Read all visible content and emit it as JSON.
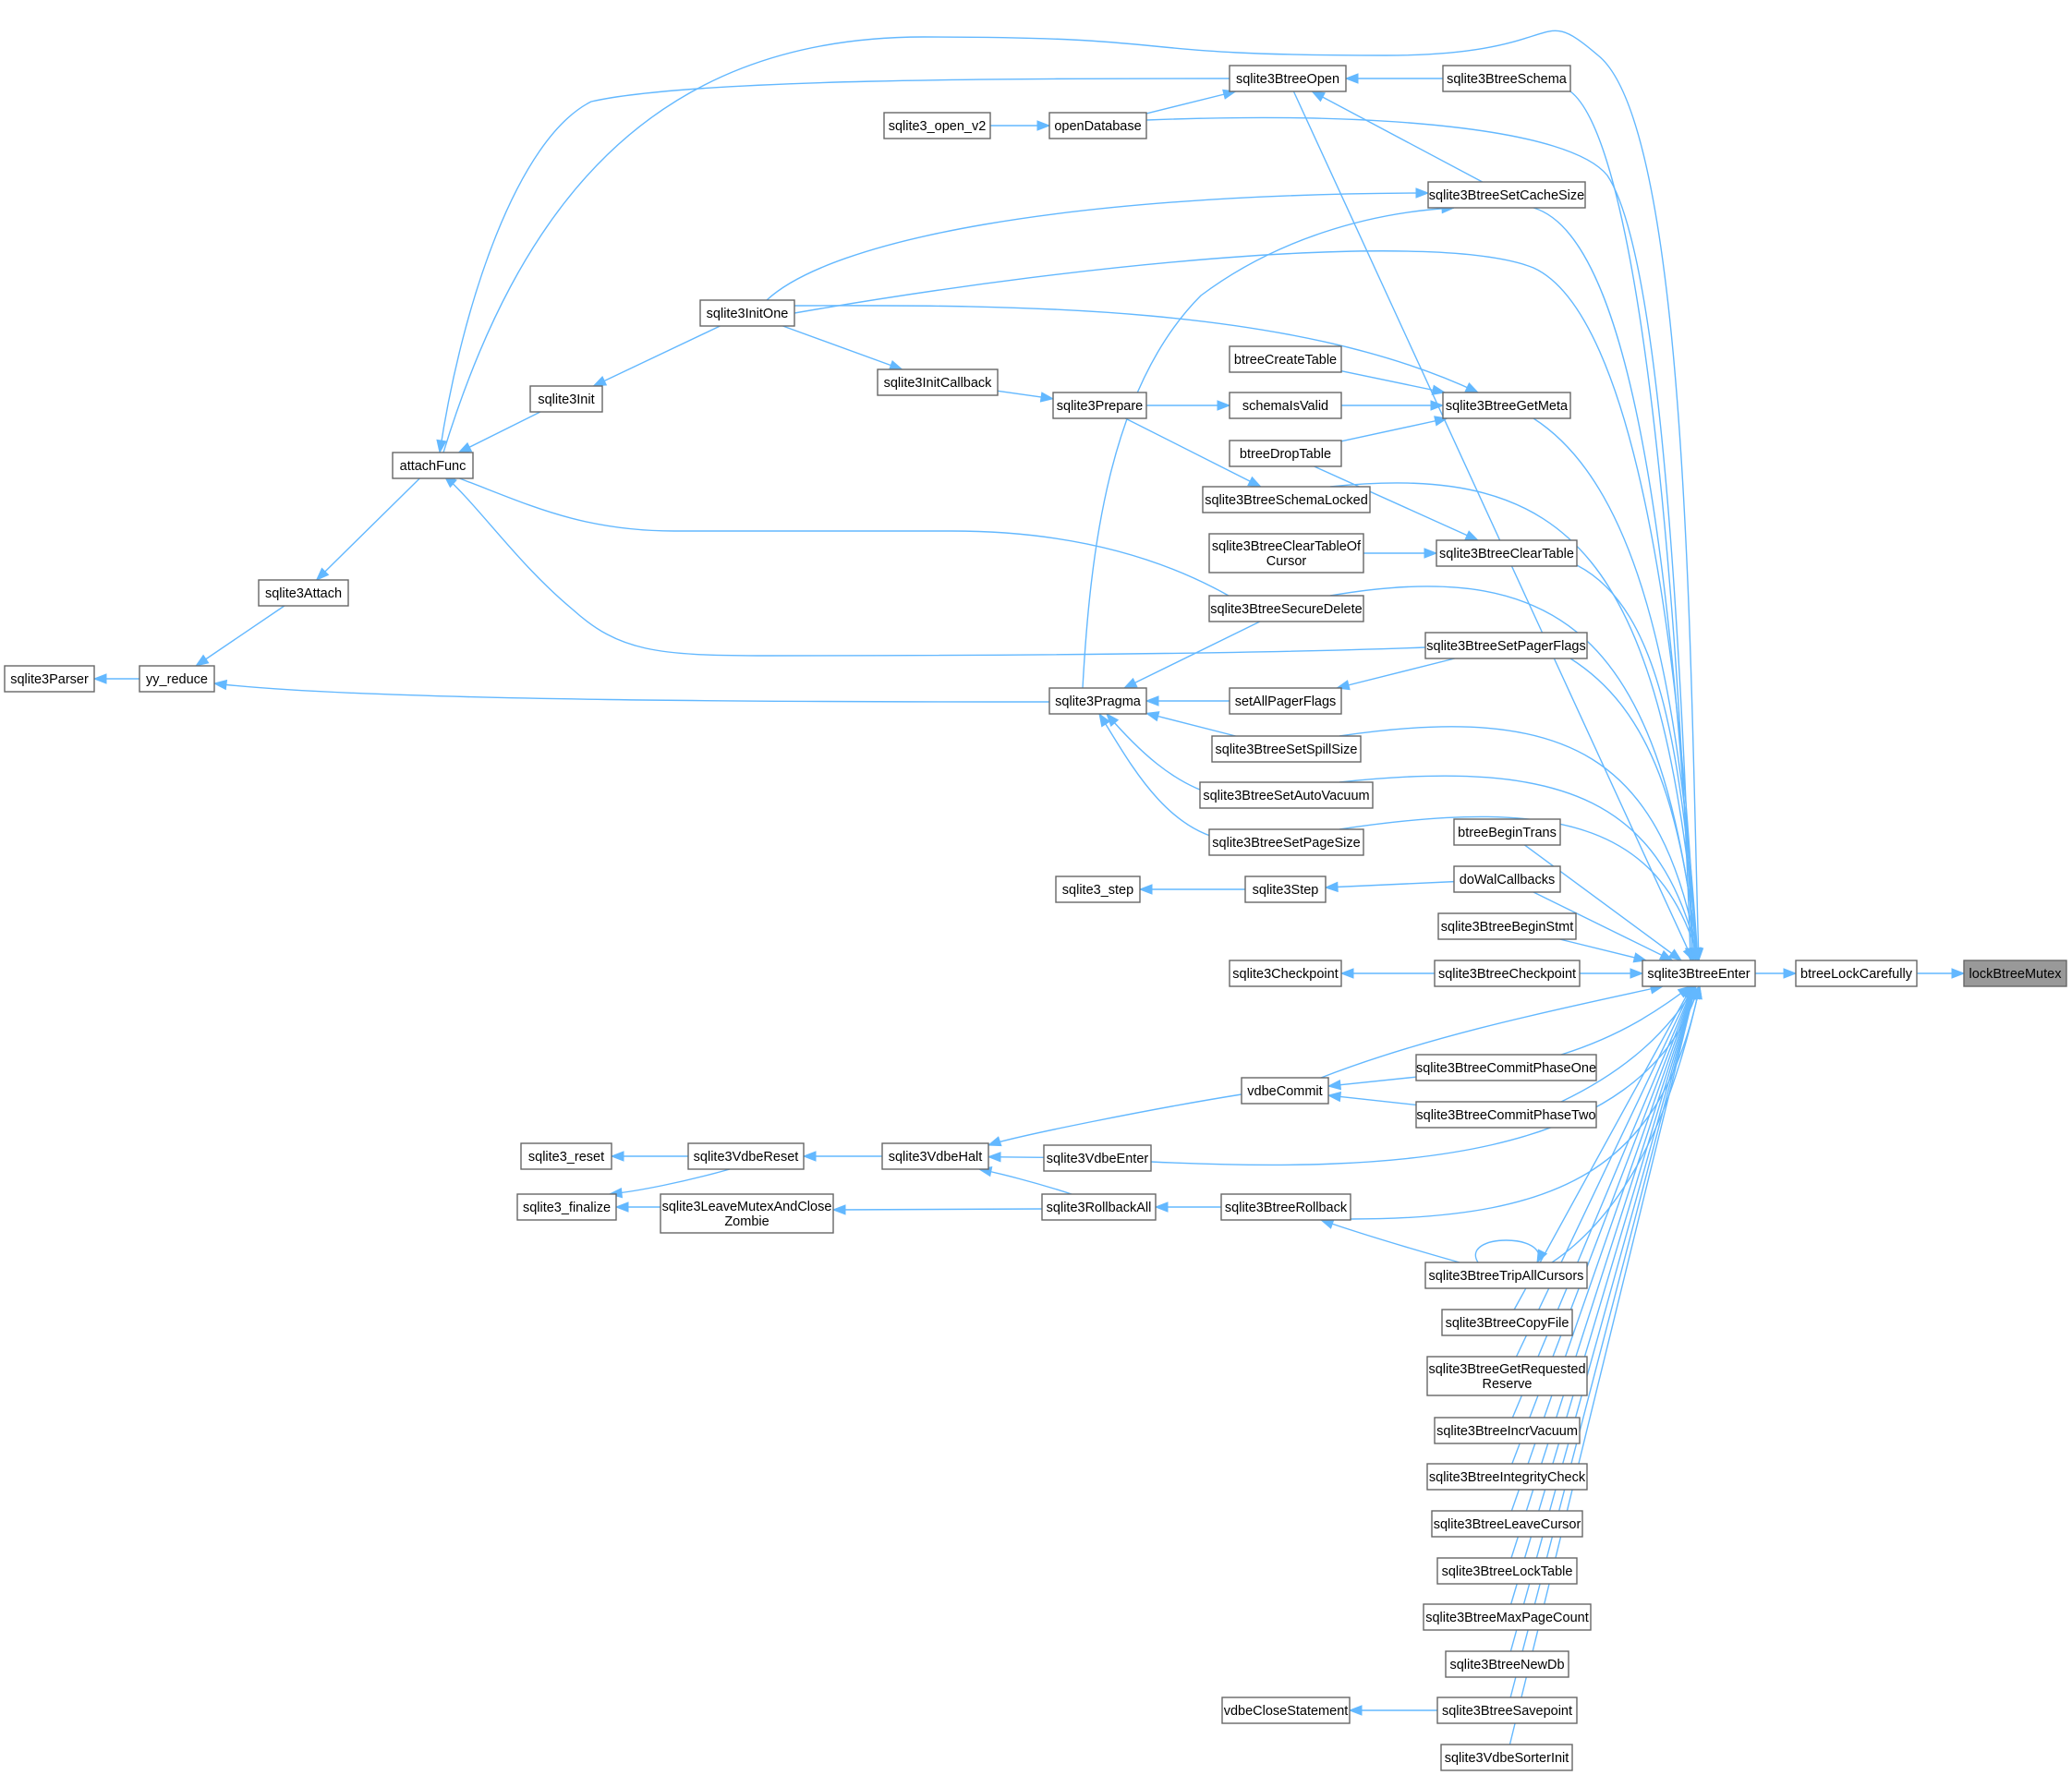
{
  "graph": {
    "root": "lockBtreeMutex",
    "nodes": [
      {
        "id": "lockBtreeMutex",
        "label": [
          "lockBtreeMutex"
        ]
      },
      {
        "id": "btreeLockCarefully",
        "label": [
          "btreeLockCarefully"
        ]
      },
      {
        "id": "sqlite3BtreeEnter",
        "label": [
          "sqlite3BtreeEnter"
        ]
      },
      {
        "id": "attachFunc",
        "label": [
          "attachFunc"
        ]
      },
      {
        "id": "sqlite3BtreeOpen",
        "label": [
          "sqlite3BtreeOpen"
        ]
      },
      {
        "id": "sqlite3BtreeSchema",
        "label": [
          "sqlite3BtreeSchema"
        ]
      },
      {
        "id": "openDatabase",
        "label": [
          "openDatabase"
        ]
      },
      {
        "id": "sqlite3_open_v2",
        "label": [
          "sqlite3_open_v2"
        ]
      },
      {
        "id": "sqlite3BtreeSetCacheSize",
        "label": [
          "sqlite3BtreeSetCacheSize"
        ]
      },
      {
        "id": "sqlite3InitOne",
        "label": [
          "sqlite3InitOne"
        ]
      },
      {
        "id": "btreeCreateTable",
        "label": [
          "btreeCreateTable"
        ]
      },
      {
        "id": "sqlite3InitCallback",
        "label": [
          "sqlite3InitCallback"
        ]
      },
      {
        "id": "sqlite3Init",
        "label": [
          "sqlite3Init"
        ]
      },
      {
        "id": "sqlite3Prepare",
        "label": [
          "sqlite3Prepare"
        ]
      },
      {
        "id": "schemaIsValid",
        "label": [
          "schemaIsValid"
        ]
      },
      {
        "id": "sqlite3BtreeGetMeta",
        "label": [
          "sqlite3BtreeGetMeta"
        ]
      },
      {
        "id": "btreeDropTable",
        "label": [
          "btreeDropTable"
        ]
      },
      {
        "id": "sqlite3BtreeSchemaLocked",
        "label": [
          "sqlite3BtreeSchemaLocked"
        ]
      },
      {
        "id": "sqlite3BtreeClearTableOfCursor",
        "label": [
          "sqlite3BtreeClearTableOf",
          "Cursor"
        ]
      },
      {
        "id": "sqlite3BtreeClearTable",
        "label": [
          "sqlite3BtreeClearTable"
        ]
      },
      {
        "id": "sqlite3Attach",
        "label": [
          "sqlite3Attach"
        ]
      },
      {
        "id": "sqlite3BtreeSecureDelete",
        "label": [
          "sqlite3BtreeSecureDelete"
        ]
      },
      {
        "id": "sqlite3BtreeSetPagerFlags",
        "label": [
          "sqlite3BtreeSetPagerFlags"
        ]
      },
      {
        "id": "sqlite3Parser",
        "label": [
          "sqlite3Parser"
        ]
      },
      {
        "id": "yy_reduce",
        "label": [
          "yy_reduce"
        ]
      },
      {
        "id": "sqlite3Pragma",
        "label": [
          "sqlite3Pragma"
        ]
      },
      {
        "id": "setAllPagerFlags",
        "label": [
          "setAllPagerFlags"
        ]
      },
      {
        "id": "sqlite3BtreeSetSpillSize",
        "label": [
          "sqlite3BtreeSetSpillSize"
        ]
      },
      {
        "id": "sqlite3BtreeSetAutoVacuum",
        "label": [
          "sqlite3BtreeSetAutoVacuum"
        ]
      },
      {
        "id": "sqlite3BtreeSetPageSize",
        "label": [
          "sqlite3BtreeSetPageSize"
        ]
      },
      {
        "id": "btreeBeginTrans",
        "label": [
          "btreeBeginTrans"
        ]
      },
      {
        "id": "doWalCallbacks",
        "label": [
          "doWalCallbacks"
        ]
      },
      {
        "id": "sqlite3_step",
        "label": [
          "sqlite3_step"
        ]
      },
      {
        "id": "sqlite3Step",
        "label": [
          "sqlite3Step"
        ]
      },
      {
        "id": "sqlite3BtreeBeginStmt",
        "label": [
          "sqlite3BtreeBeginStmt"
        ]
      },
      {
        "id": "sqlite3Checkpoint",
        "label": [
          "sqlite3Checkpoint"
        ]
      },
      {
        "id": "sqlite3BtreeCheckpoint",
        "label": [
          "sqlite3BtreeCheckpoint"
        ]
      },
      {
        "id": "sqlite3BtreeCommitPhaseOne",
        "label": [
          "sqlite3BtreeCommitPhaseOne"
        ]
      },
      {
        "id": "vdbeCommit",
        "label": [
          "vdbeCommit"
        ]
      },
      {
        "id": "sqlite3BtreeCommitPhaseTwo",
        "label": [
          "sqlite3BtreeCommitPhaseTwo"
        ]
      },
      {
        "id": "sqlite3_reset",
        "label": [
          "sqlite3_reset"
        ]
      },
      {
        "id": "sqlite3VdbeReset",
        "label": [
          "sqlite3VdbeReset"
        ]
      },
      {
        "id": "sqlite3VdbeHalt",
        "label": [
          "sqlite3VdbeHalt"
        ]
      },
      {
        "id": "sqlite3VdbeEnter",
        "label": [
          "sqlite3VdbeEnter"
        ]
      },
      {
        "id": "sqlite3_finalize",
        "label": [
          "sqlite3_finalize"
        ]
      },
      {
        "id": "sqlite3LeaveMutexAndCloseZombie",
        "label": [
          "sqlite3LeaveMutexAndClose",
          "Zombie"
        ]
      },
      {
        "id": "sqlite3RollbackAll",
        "label": [
          "sqlite3RollbackAll"
        ]
      },
      {
        "id": "sqlite3BtreeRollback",
        "label": [
          "sqlite3BtreeRollback"
        ]
      },
      {
        "id": "sqlite3BtreeTripAllCursors",
        "label": [
          "sqlite3BtreeTripAllCursors"
        ]
      },
      {
        "id": "sqlite3BtreeCopyFile",
        "label": [
          "sqlite3BtreeCopyFile"
        ]
      },
      {
        "id": "sqlite3BtreeGetRequestedReserve",
        "label": [
          "sqlite3BtreeGetRequested",
          "Reserve"
        ]
      },
      {
        "id": "sqlite3BtreeIncrVacuum",
        "label": [
          "sqlite3BtreeIncrVacuum"
        ]
      },
      {
        "id": "sqlite3BtreeIntegrityCheck",
        "label": [
          "sqlite3BtreeIntegrityCheck"
        ]
      },
      {
        "id": "sqlite3BtreeLeaveCursor",
        "label": [
          "sqlite3BtreeLeaveCursor"
        ]
      },
      {
        "id": "sqlite3BtreeLockTable",
        "label": [
          "sqlite3BtreeLockTable"
        ]
      },
      {
        "id": "sqlite3BtreeMaxPageCount",
        "label": [
          "sqlite3BtreeMaxPageCount"
        ]
      },
      {
        "id": "sqlite3BtreeNewDb",
        "label": [
          "sqlite3BtreeNewDb"
        ]
      },
      {
        "id": "vdbeCloseStatement",
        "label": [
          "vdbeCloseStatement"
        ]
      },
      {
        "id": "sqlite3BtreeSavepoint",
        "label": [
          "sqlite3BtreeSavepoint"
        ]
      },
      {
        "id": "sqlite3VdbeSorterInit",
        "label": [
          "sqlite3VdbeSorterInit"
        ]
      }
    ],
    "edges": [
      {
        "from": "btreeLockCarefully",
        "to": "lockBtreeMutex"
      },
      {
        "from": "sqlite3BtreeEnter",
        "to": "btreeLockCarefully"
      },
      {
        "from": "attachFunc",
        "to": "sqlite3BtreeEnter"
      },
      {
        "from": "sqlite3BtreeOpen",
        "to": "sqlite3BtreeEnter"
      },
      {
        "from": "sqlite3BtreeSchema",
        "to": "sqlite3BtreeEnter"
      },
      {
        "from": "openDatabase",
        "to": "sqlite3BtreeEnter"
      },
      {
        "from": "sqlite3BtreeSetCacheSize",
        "to": "sqlite3BtreeEnter"
      },
      {
        "from": "sqlite3InitOne",
        "to": "sqlite3BtreeEnter"
      },
      {
        "from": "sqlite3BtreeGetMeta",
        "to": "sqlite3BtreeEnter"
      },
      {
        "from": "sqlite3BtreeSchemaLocked",
        "to": "sqlite3BtreeEnter"
      },
      {
        "from": "sqlite3BtreeClearTable",
        "to": "sqlite3BtreeEnter"
      },
      {
        "from": "sqlite3BtreeSecureDelete",
        "to": "sqlite3BtreeEnter"
      },
      {
        "from": "sqlite3BtreeSetPagerFlags",
        "to": "sqlite3BtreeEnter"
      },
      {
        "from": "sqlite3BtreeSetSpillSize",
        "to": "sqlite3BtreeEnter"
      },
      {
        "from": "sqlite3BtreeSetAutoVacuum",
        "to": "sqlite3BtreeEnter"
      },
      {
        "from": "sqlite3BtreeSetPageSize",
        "to": "sqlite3BtreeEnter"
      },
      {
        "from": "btreeBeginTrans",
        "to": "sqlite3BtreeEnter"
      },
      {
        "from": "doWalCallbacks",
        "to": "sqlite3BtreeEnter"
      },
      {
        "from": "sqlite3BtreeBeginStmt",
        "to": "sqlite3BtreeEnter"
      },
      {
        "from": "sqlite3BtreeCheckpoint",
        "to": "sqlite3BtreeEnter"
      },
      {
        "from": "vdbeCommit",
        "to": "sqlite3BtreeEnter"
      },
      {
        "from": "sqlite3BtreeCommitPhaseOne",
        "to": "sqlite3BtreeEnter"
      },
      {
        "from": "sqlite3BtreeCommitPhaseTwo",
        "to": "sqlite3BtreeEnter"
      },
      {
        "from": "sqlite3VdbeEnter",
        "to": "sqlite3BtreeEnter"
      },
      {
        "from": "sqlite3BtreeRollback",
        "to": "sqlite3BtreeEnter"
      },
      {
        "from": "sqlite3BtreeTripAllCursors",
        "to": "sqlite3BtreeEnter"
      },
      {
        "from": "sqlite3BtreeCopyFile",
        "to": "sqlite3BtreeEnter"
      },
      {
        "from": "sqlite3BtreeGetRequestedReserve",
        "to": "sqlite3BtreeEnter"
      },
      {
        "from": "sqlite3BtreeIncrVacuum",
        "to": "sqlite3BtreeEnter"
      },
      {
        "from": "sqlite3BtreeIntegrityCheck",
        "to": "sqlite3BtreeEnter"
      },
      {
        "from": "sqlite3BtreeLeaveCursor",
        "to": "sqlite3BtreeEnter"
      },
      {
        "from": "sqlite3BtreeLockTable",
        "to": "sqlite3BtreeEnter"
      },
      {
        "from": "sqlite3BtreeMaxPageCount",
        "to": "sqlite3BtreeEnter"
      },
      {
        "from": "sqlite3BtreeNewDb",
        "to": "sqlite3BtreeEnter"
      },
      {
        "from": "sqlite3BtreeSavepoint",
        "to": "sqlite3BtreeEnter"
      },
      {
        "from": "sqlite3VdbeSorterInit",
        "to": "sqlite3BtreeEnter"
      },
      {
        "from": "sqlite3BtreeOpen",
        "to": "attachFunc"
      },
      {
        "from": "sqlite3BtreeSetCacheSize",
        "to": "sqlite3BtreeOpen"
      },
      {
        "from": "sqlite3BtreeSchema",
        "to": "sqlite3BtreeOpen"
      },
      {
        "from": "openDatabase",
        "to": "sqlite3BtreeOpen"
      },
      {
        "from": "sqlite3_open_v2",
        "to": "openDatabase"
      },
      {
        "from": "sqlite3InitOne",
        "to": "sqlite3BtreeSetCacheSize"
      },
      {
        "from": "sqlite3Pragma",
        "to": "sqlite3BtreeSetCacheSize"
      },
      {
        "from": "sqlite3InitOne",
        "to": "sqlite3BtreeGetMeta"
      },
      {
        "from": "sqlite3InitOne",
        "to": "sqlite3Init"
      },
      {
        "from": "sqlite3InitOne",
        "to": "sqlite3InitCallback"
      },
      {
        "from": "sqlite3Init",
        "to": "attachFunc"
      },
      {
        "from": "sqlite3InitCallback",
        "to": "sqlite3Prepare"
      },
      {
        "from": "sqlite3Prepare",
        "to": "schemaIsValid"
      },
      {
        "from": "sqlite3Prepare",
        "to": "sqlite3BtreeSchemaLocked"
      },
      {
        "from": "btreeCreateTable",
        "to": "sqlite3BtreeGetMeta"
      },
      {
        "from": "schemaIsValid",
        "to": "sqlite3BtreeGetMeta"
      },
      {
        "from": "btreeDropTable",
        "to": "sqlite3BtreeGetMeta"
      },
      {
        "from": "btreeDropTable",
        "to": "sqlite3BtreeClearTable"
      },
      {
        "from": "sqlite3BtreeClearTableOfCursor",
        "to": "sqlite3BtreeClearTable"
      },
      {
        "from": "attachFunc",
        "to": "sqlite3Attach"
      },
      {
        "from": "sqlite3Attach",
        "to": "yy_reduce"
      },
      {
        "from": "yy_reduce",
        "to": "sqlite3Parser"
      },
      {
        "from": "sqlite3BtreeSecureDelete",
        "to": "attachFunc"
      },
      {
        "from": "sqlite3BtreeSecureDelete",
        "to": "sqlite3Pragma"
      },
      {
        "from": "sqlite3BtreeSetPagerFlags",
        "to": "attachFunc"
      },
      {
        "from": "sqlite3BtreeSetPagerFlags",
        "to": "setAllPagerFlags"
      },
      {
        "from": "sqlite3Pragma",
        "to": "yy_reduce"
      },
      {
        "from": "setAllPagerFlags",
        "to": "sqlite3Pragma"
      },
      {
        "from": "sqlite3BtreeSetSpillSize",
        "to": "sqlite3Pragma"
      },
      {
        "from": "sqlite3BtreeSetAutoVacuum",
        "to": "sqlite3Pragma"
      },
      {
        "from": "sqlite3BtreeSetPageSize",
        "to": "sqlite3Pragma"
      },
      {
        "from": "doWalCallbacks",
        "to": "sqlite3Step"
      },
      {
        "from": "sqlite3Step",
        "to": "sqlite3_step"
      },
      {
        "from": "sqlite3BtreeCheckpoint",
        "to": "sqlite3Checkpoint"
      },
      {
        "from": "sqlite3BtreeCommitPhaseOne",
        "to": "vdbeCommit"
      },
      {
        "from": "sqlite3BtreeCommitPhaseTwo",
        "to": "vdbeCommit"
      },
      {
        "from": "vdbeCommit",
        "to": "sqlite3VdbeHalt"
      },
      {
        "from": "sqlite3VdbeHalt",
        "to": "sqlite3VdbeReset"
      },
      {
        "from": "sqlite3VdbeEnter",
        "to": "sqlite3VdbeHalt"
      },
      {
        "from": "sqlite3RollbackAll",
        "to": "sqlite3VdbeHalt"
      },
      {
        "from": "sqlite3VdbeReset",
        "to": "sqlite3_reset"
      },
      {
        "from": "sqlite3VdbeReset",
        "to": "sqlite3_finalize"
      },
      {
        "from": "sqlite3LeaveMutexAndCloseZombie",
        "to": "sqlite3_finalize"
      },
      {
        "from": "sqlite3RollbackAll",
        "to": "sqlite3LeaveMutexAndCloseZombie"
      },
      {
        "from": "sqlite3BtreeRollback",
        "to": "sqlite3RollbackAll"
      },
      {
        "from": "sqlite3BtreeTripAllCursors",
        "to": "sqlite3BtreeRollback"
      },
      {
        "from": "sqlite3BtreeTripAllCursors",
        "to": "sqlite3BtreeTripAllCursors"
      },
      {
        "from": "sqlite3BtreeSavepoint",
        "to": "vdbeCloseStatement"
      }
    ]
  }
}
